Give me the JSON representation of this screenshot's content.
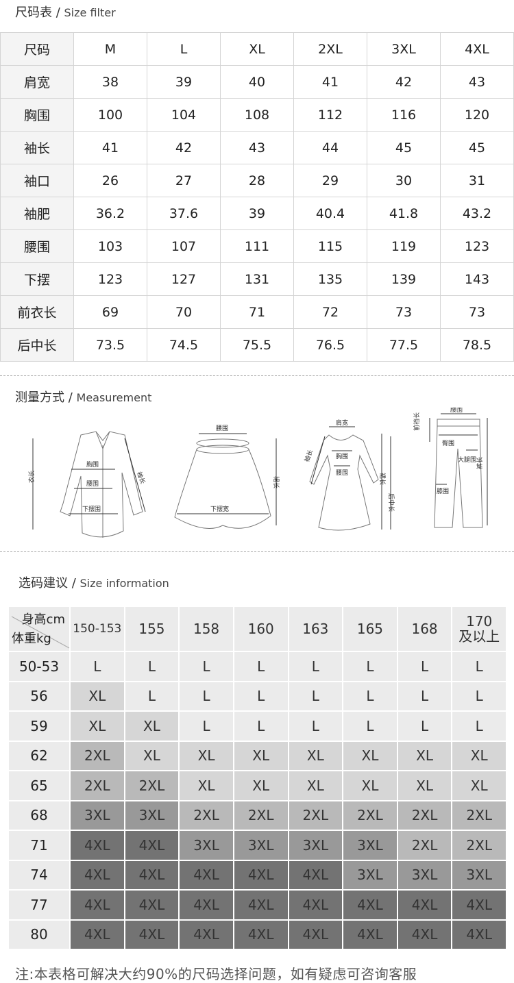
{
  "size_filter": {
    "title": "尺码表",
    "title_en": "Size filter",
    "header": [
      "尺码",
      "M",
      "L",
      "XL",
      "2XL",
      "3XL",
      "4XL"
    ],
    "rows": [
      [
        "肩宽",
        "38",
        "39",
        "40",
        "41",
        "42",
        "43"
      ],
      [
        "胸围",
        "100",
        "104",
        "108",
        "112",
        "116",
        "120"
      ],
      [
        "袖长",
        "41",
        "42",
        "43",
        "44",
        "45",
        "45"
      ],
      [
        "袖口",
        "26",
        "27",
        "28",
        "29",
        "30",
        "31"
      ],
      [
        "袖肥",
        "36.2",
        "37.6",
        "39",
        "40.4",
        "41.8",
        "43.2"
      ],
      [
        "腰围",
        "103",
        "107",
        "111",
        "115",
        "119",
        "123"
      ],
      [
        "下摆",
        "123",
        "127",
        "131",
        "135",
        "139",
        "143"
      ],
      [
        "前衣长",
        "69",
        "70",
        "71",
        "72",
        "73",
        "73"
      ],
      [
        "后中长",
        "73.5",
        "74.5",
        "75.5",
        "76.5",
        "77.5",
        "78.5"
      ]
    ]
  },
  "measurement": {
    "title": "测量方式",
    "title_en": "Measurement",
    "shirt": {
      "length": "衣长",
      "sleeve": "袖长",
      "chest": "胸围",
      "waist": "腰围",
      "hem": "下摆围"
    },
    "skirt": {
      "waist": "腰围",
      "length": "裙长",
      "hem": "下摆宽"
    },
    "dress": {
      "shoulder": "肩宽",
      "sleeve": "袖长",
      "chest": "胸围",
      "waist": "腰围",
      "length": "裙长",
      "back": "后中长"
    },
    "pants": {
      "waist": "腰围",
      "rise": "前裆长",
      "hip": "臀围",
      "thigh": "大腿围",
      "knee": "膝围",
      "length": "裤长"
    }
  },
  "size_info": {
    "title": "选码建议",
    "title_en": "Size information",
    "height_label": "身高cm",
    "weight_label": "体重kg",
    "heights": [
      "150-153",
      "155",
      "158",
      "160",
      "163",
      "165",
      "168",
      "170\n及以上"
    ],
    "rows": [
      {
        "w": "50-53",
        "s": [
          "L",
          "L",
          "L",
          "L",
          "L",
          "L",
          "L",
          "L"
        ]
      },
      {
        "w": "56",
        "s": [
          "XL",
          "L",
          "L",
          "L",
          "L",
          "L",
          "L",
          "L"
        ]
      },
      {
        "w": "59",
        "s": [
          "XL",
          "XL",
          "L",
          "L",
          "L",
          "L",
          "L",
          "L"
        ]
      },
      {
        "w": "62",
        "s": [
          "2XL",
          "XL",
          "XL",
          "XL",
          "XL",
          "XL",
          "XL",
          "XL"
        ]
      },
      {
        "w": "65",
        "s": [
          "2XL",
          "2XL",
          "XL",
          "XL",
          "XL",
          "XL",
          "XL",
          "XL"
        ]
      },
      {
        "w": "68",
        "s": [
          "3XL",
          "3XL",
          "2XL",
          "2XL",
          "2XL",
          "2XL",
          "2XL",
          "2XL"
        ]
      },
      {
        "w": "71",
        "s": [
          "4XL",
          "4XL",
          "3XL",
          "3XL",
          "3XL",
          "3XL",
          "2XL",
          "2XL"
        ]
      },
      {
        "w": "74",
        "s": [
          "4XL",
          "4XL",
          "4XL",
          "4XL",
          "4XL",
          "3XL",
          "3XL",
          "3XL"
        ]
      },
      {
        "w": "77",
        "s": [
          "4XL",
          "4XL",
          "4XL",
          "4XL",
          "4XL",
          "4XL",
          "4XL",
          "4XL"
        ]
      },
      {
        "w": "80",
        "s": [
          "4XL",
          "4XL",
          "4XL",
          "4XL",
          "4XL",
          "4XL",
          "4XL",
          "4XL"
        ]
      }
    ],
    "colors": {
      "L": "#ebebeb",
      "XL": "#d6d6d6",
      "2XL": "#b9b9b9",
      "3XL": "#999999",
      "4XL": "#737373"
    }
  },
  "footer": "注:本表格可解决大约90%的尺码选择问题，如有疑虑可咨询客服"
}
